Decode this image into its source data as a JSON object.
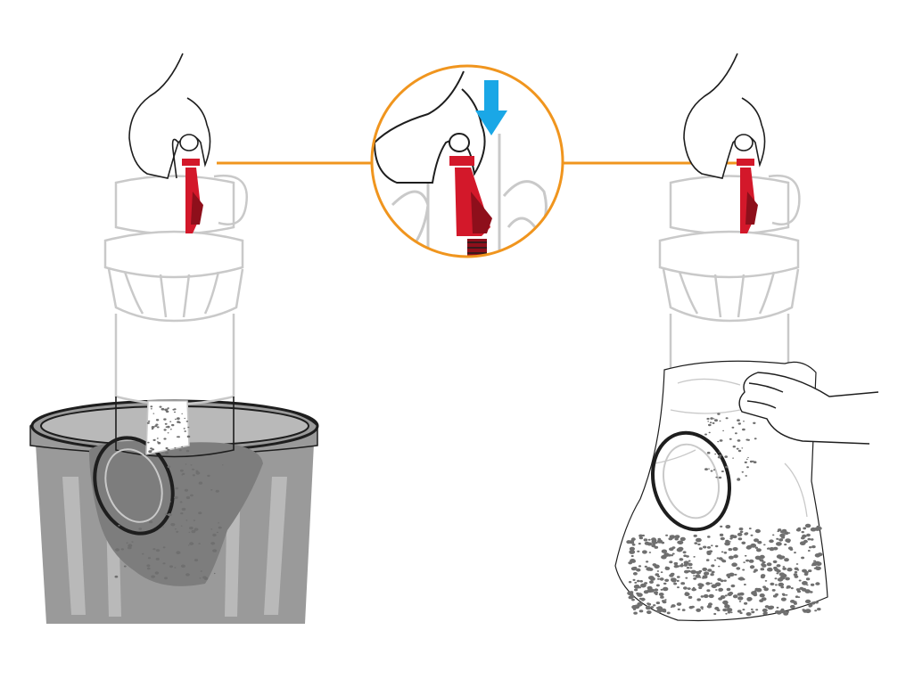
{
  "diagram": {
    "steps": [
      {
        "id": "empty-into-bin",
        "panel": "left"
      },
      {
        "id": "press-release-lever",
        "panel": "center-zoom"
      },
      {
        "id": "empty-into-bag",
        "panel": "right"
      }
    ],
    "icons": [
      "hand-icon",
      "down-arrow-icon",
      "red-release-lever-icon",
      "trash-can-icon",
      "plastic-bag-icon",
      "dust-bin-icon"
    ]
  },
  "colors": {
    "connector": "#f0951e",
    "arrow": "#1aa7e6",
    "lever": "#d3182a",
    "lever_dark": "#8e0f1b",
    "outline": "#c9c9c9",
    "can_gray": "#9a9a9a",
    "can_dark": "#7d7d7d",
    "can_light": "#b9b9b9",
    "debris": "#6f6f6f",
    "ink": "#1e1e1e"
  }
}
